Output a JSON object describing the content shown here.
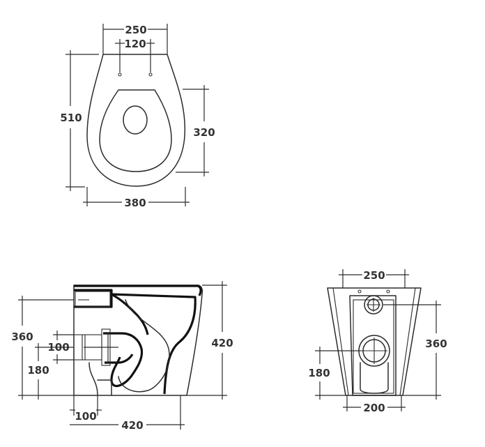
{
  "top_view": {
    "width_outer": "250",
    "hole_spacing": "120",
    "length": "510",
    "bowl_depth": "320",
    "width": "380"
  },
  "side_view": {
    "inlet_height": "360",
    "outlet_size": "100",
    "outlet_height": "180",
    "pan_height": "420",
    "outlet_offset": "100",
    "base_length": "420"
  },
  "back_view": {
    "top_width": "250",
    "inlet_height": "360",
    "outlet_height": "180",
    "base_width": "200"
  }
}
